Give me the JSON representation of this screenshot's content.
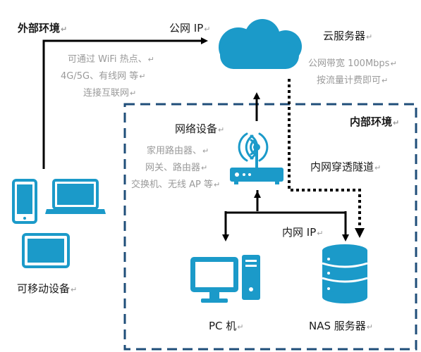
{
  "diagram": {
    "external_env": "外部环境",
    "public_ip": "公网 IP",
    "cloud_server": "云服务器",
    "cloud_note": [
      "公网带宽 100Mbps",
      "按流量计费即可"
    ],
    "access_note": [
      "可通过 WiFi 热点、",
      "4G/5G、有线网 等",
      "连接互联网"
    ],
    "internal_env": "内部环境",
    "network_device": "网络设备",
    "network_note": [
      "家用路由器、",
      "网关、路由器",
      "交换机、无线 AP 等"
    ],
    "tunnel": "内网穿透隧道",
    "intranet_ip": "内网 IP",
    "mobile_devices": "可移动设备",
    "pc": "PC 机",
    "nas": "NAS 服务器",
    "para_mark": "↵",
    "colors": {
      "icon_blue": "#1b9ac9",
      "border_navy": "#1f4e79",
      "note_grey": "#9a9a9a"
    }
  }
}
